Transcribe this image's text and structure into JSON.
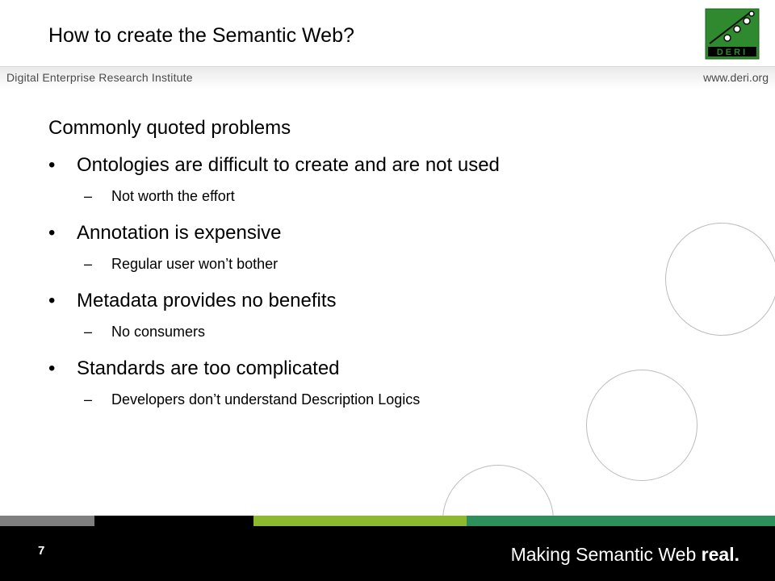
{
  "header": {
    "title": "How to create the Semantic Web?",
    "institute": "Digital Enterprise Research Institute",
    "website": "www.deri.org",
    "logo_text": "DERI"
  },
  "content": {
    "intro": "Commonly quoted problems",
    "bullet_glyph": "•",
    "sub_glyph": "–",
    "bullets": [
      {
        "text": "Ontologies are difficult to create and are not used",
        "sub": "Not worth the effort"
      },
      {
        "text": "Annotation is expensive",
        "sub": "Regular user won’t bother"
      },
      {
        "text": "Metadata provides no benefits",
        "sub": "No consumers"
      },
      {
        "text": "Standards are too complicated",
        "sub": "Developers don’t understand Description Logics"
      }
    ]
  },
  "footer": {
    "slide_number": "7",
    "tagline_main": "Making Semantic Web",
    "tagline_bold": "real."
  },
  "colors": {
    "logo_green": "#2f8a2f",
    "stripe_gray": "#7f7f7f",
    "stripe_black": "#000000",
    "stripe_lime": "#8db92e",
    "stripe_green": "#2d8f5a",
    "footer_background": "#000000"
  }
}
